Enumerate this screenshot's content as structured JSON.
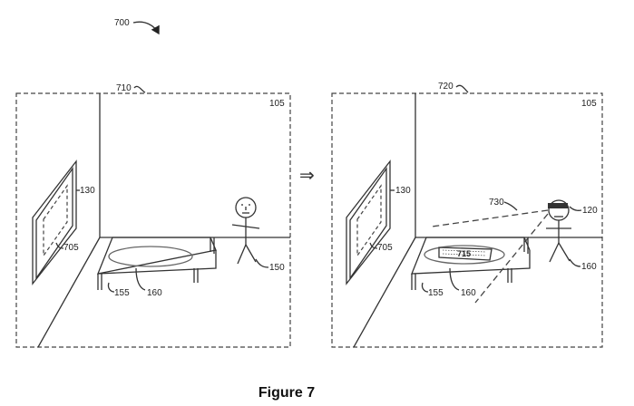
{
  "figure": {
    "ref_main": "700",
    "caption": "Figure 7"
  },
  "left_panel": {
    "panel_ref": "710",
    "room_ref": "105",
    "screen_ref": "130",
    "screen_inner_ref": "705",
    "table_ref": "155",
    "region_ref": "160",
    "person_ref": "150"
  },
  "right_panel": {
    "panel_ref": "720",
    "room_ref": "105",
    "screen_ref": "130",
    "screen_inner_ref": "705",
    "table_ref": "155",
    "region_ref": "160",
    "person_ref": "160",
    "headset_ref": "120",
    "view_ref": "730",
    "keyboard_ref": "715"
  },
  "transition_arrow": "⇒"
}
